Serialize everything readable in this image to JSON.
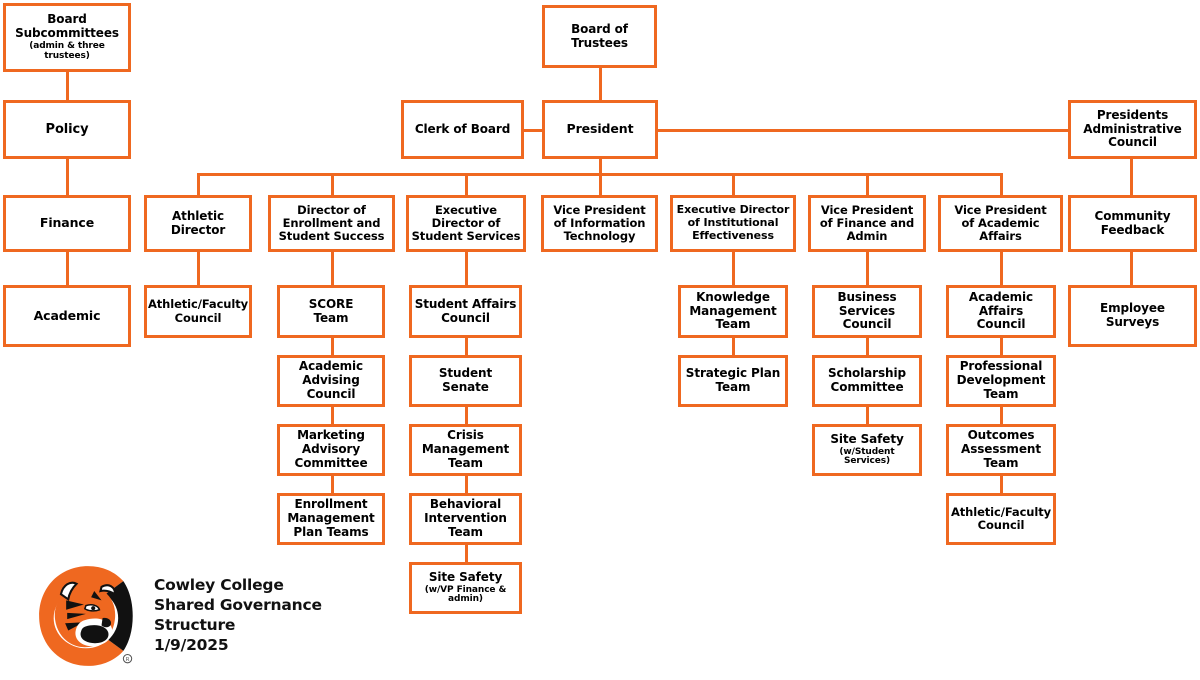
{
  "meta": {
    "title": "Cowley College Shared Governance Structure",
    "date": "1/9/2025",
    "accent_color": "#ef6820",
    "text_color": "#000000",
    "background_color": "#ffffff"
  },
  "brand": {
    "logo_icon": "cowley-tiger-head-logo",
    "line1": "Cowley College",
    "line2": "Shared Governance",
    "line3": "Structure",
    "line4": "1/9/2025"
  },
  "nodes": {
    "board_subcommittees": {
      "label": "Board",
      "label2": "Subcommittees",
      "sub": "(admin  & three trustees)"
    },
    "board_of_trustees": {
      "label": "Board of\nTrustees"
    },
    "policy": {
      "label": "Policy"
    },
    "clerk_of_board": {
      "label": "Clerk of Board"
    },
    "president": {
      "label": "President"
    },
    "presidents_admin_council": {
      "label": "Presidents\nAdministrative\nCouncil"
    },
    "finance": {
      "label": "Finance"
    },
    "athletic_director": {
      "label": "Athletic\nDirector"
    },
    "director_enrollment": {
      "label": "Director of\nEnrollment and\nStudent Success"
    },
    "exec_dir_student_services": {
      "label": "Executive\nDirector of\nStudent Services"
    },
    "vp_information_technology": {
      "label": "Vice President\nof Information\nTechnology"
    },
    "exec_dir_institutional": {
      "label": "Executive Director\nof Institutional\nEffectiveness"
    },
    "vp_finance_admin": {
      "label": "Vice President\nof Finance and\nAdmin"
    },
    "vp_academic_affairs": {
      "label": "Vice President\nof Academic\nAffairs"
    },
    "community_feedback": {
      "label": "Community\nFeedback"
    },
    "academic": {
      "label": "Academic"
    },
    "athletic_faculty_council_left": {
      "label": "Athletic/Faculty\nCouncil"
    },
    "score_team": {
      "label": "SCORE\nTeam"
    },
    "academic_advising_council": {
      "label": "Academic\nAdvising\nCouncil"
    },
    "marketing_advisory_committee": {
      "label": "Marketing\nAdvisory\nCommittee"
    },
    "enrollment_management_plan_teams": {
      "label": "Enrollment\nManagement\nPlan Teams"
    },
    "student_affairs_council": {
      "label": "Student Affairs\nCouncil"
    },
    "student_senate": {
      "label": "Student\nSenate"
    },
    "crisis_management_team": {
      "label": "Crisis\nManagement\nTeam"
    },
    "behavioral_intervention_team": {
      "label": "Behavioral\nIntervention\nTeam"
    },
    "site_safety_vp_finance": {
      "label": "Site Safety",
      "sub": "(w/VP Finance & admin)"
    },
    "knowledge_management_team": {
      "label": "Knowledge\nManagement\nTeam"
    },
    "strategic_plan_team": {
      "label": "Strategic Plan\nTeam"
    },
    "business_services_council": {
      "label": "Business\nServices\nCouncil"
    },
    "scholarship_committee": {
      "label": "Scholarship\nCommittee"
    },
    "site_safety_student_services": {
      "label": "Site Safety",
      "sub": "(w/Student Services)"
    },
    "academic_affairs_council": {
      "label": "Academic\nAffairs\nCouncil"
    },
    "professional_development_team": {
      "label": "Professional\nDevelopment\nTeam"
    },
    "outcomes_assessment_team": {
      "label": "Outcomes\nAssessment\nTeam"
    },
    "athletic_faculty_council_right": {
      "label": "Athletic/Faculty\nCouncil"
    },
    "employee_surveys": {
      "label": "Employee\nSurveys"
    }
  }
}
